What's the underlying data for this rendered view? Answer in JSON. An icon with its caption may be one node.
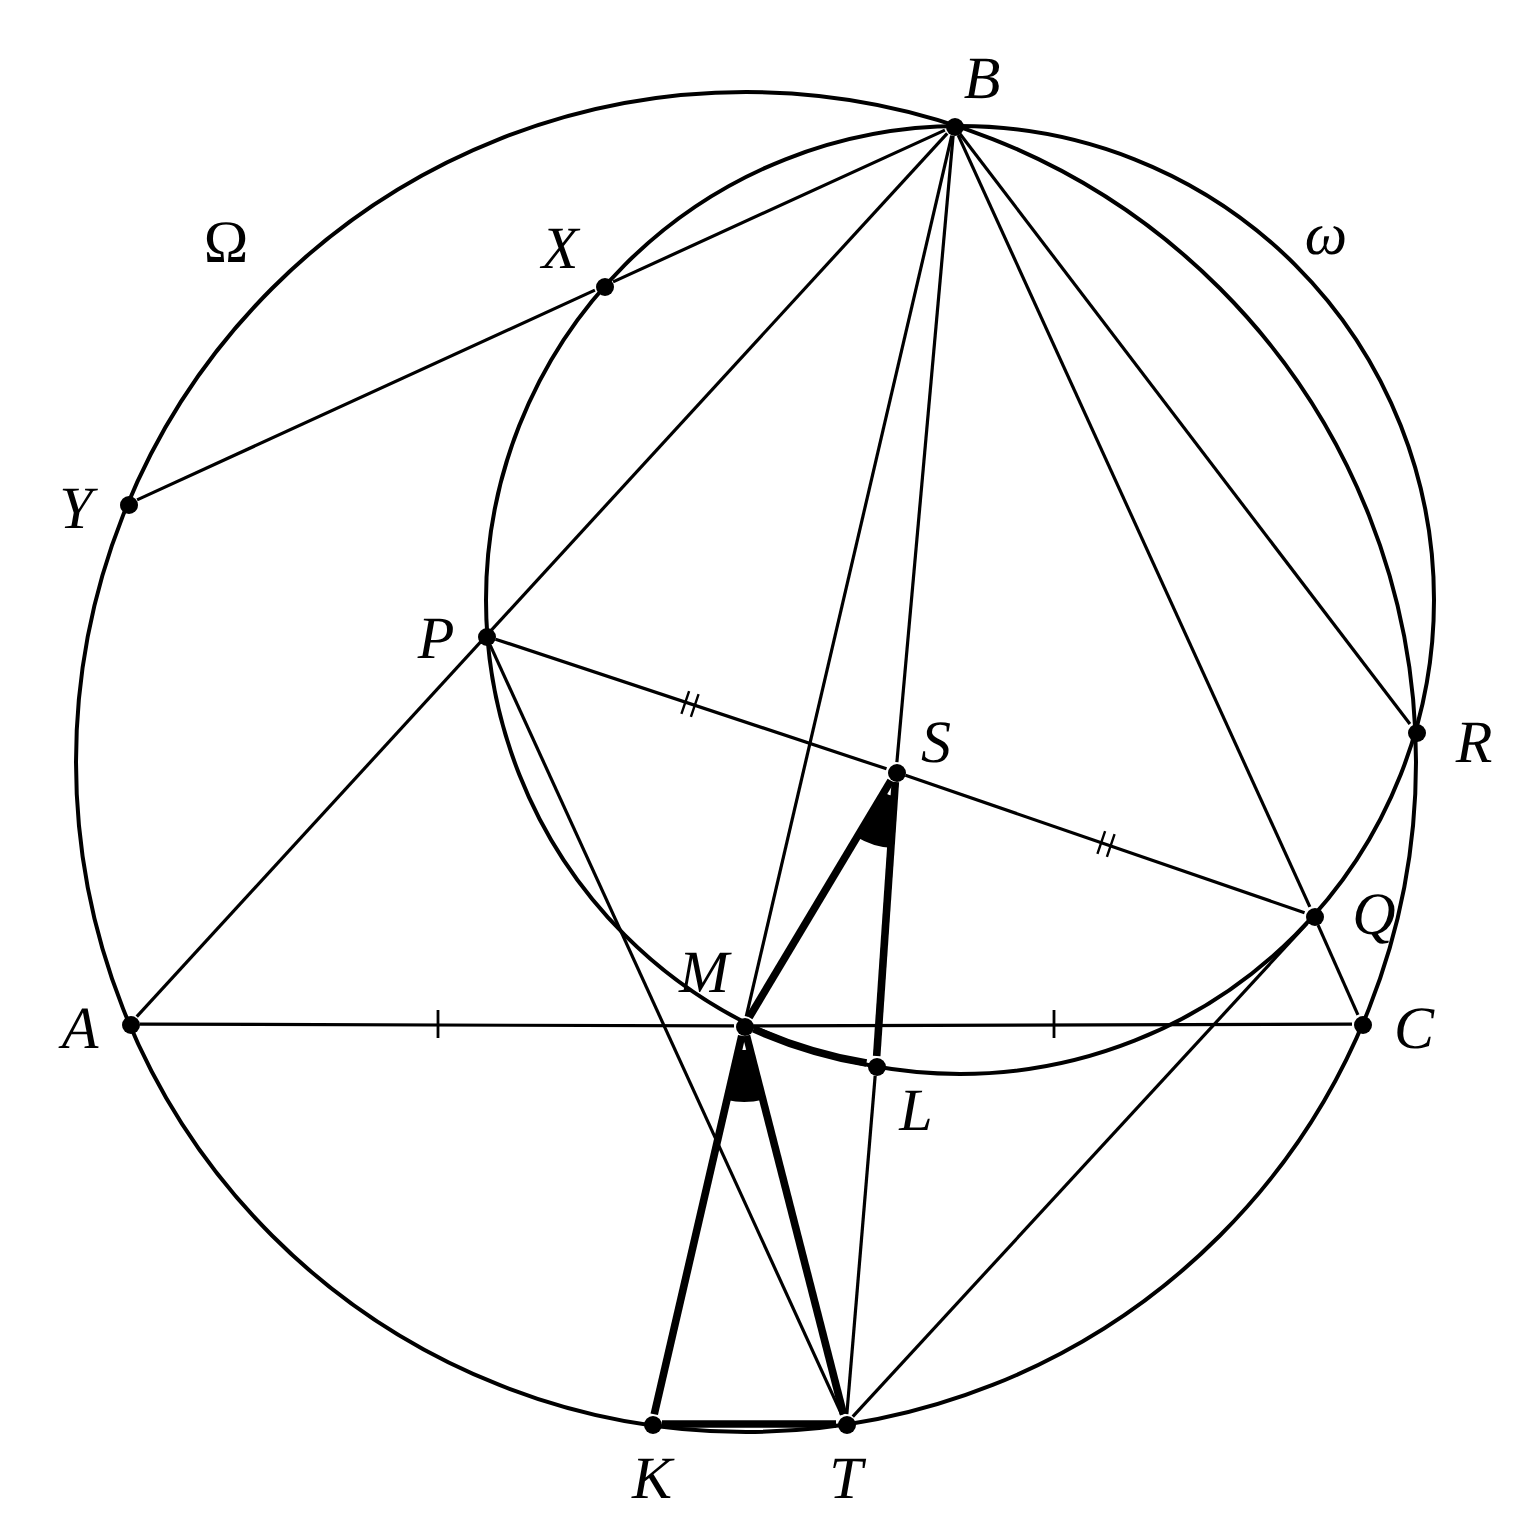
{
  "diagram": {
    "nodes": [
      {
        "text": [],
        "shape": "circle",
        "beside": [
          "B"
        ]
      },
      {
        "text": [],
        "shape": "circle",
        "beside": [
          "X"
        ]
      },
      {
        "text": [],
        "shape": "circle",
        "beside": [
          "Y"
        ]
      },
      {
        "text": [],
        "shape": "circle",
        "beside": [
          "P"
        ]
      },
      {
        "text": [],
        "shape": "circle",
        "beside": [
          "R"
        ]
      },
      {
        "text": [],
        "shape": "circle",
        "beside": [
          "S"
        ]
      },
      {
        "text": [],
        "shape": "circle",
        "beside": [
          "Q"
        ]
      },
      {
        "text": [],
        "shape": "circle",
        "beside": [
          "A"
        ]
      },
      {
        "text": [],
        "shape": "circle",
        "beside": [
          "M"
        ]
      },
      {
        "text": [],
        "shape": "circle",
        "beside": [
          "C"
        ]
      },
      {
        "text": [],
        "shape": "circle",
        "beside": [
          "L"
        ]
      },
      {
        "text": [],
        "shape": "circle",
        "beside": [
          "K"
        ]
      },
      {
        "text": [],
        "shape": "circle",
        "beside": [
          "T"
        ]
      }
    ],
    "edges": [
      {
        "from": 2,
        "to": 1,
        "arrow": "none"
      },
      {
        "from": 1,
        "to": 0,
        "arrow": "none"
      },
      {
        "from": 0,
        "to": 7,
        "arrow": "none"
      },
      {
        "from": 7,
        "to": 8,
        "arrow": "none"
      },
      {
        "from": 8,
        "to": 9,
        "arrow": "none"
      },
      {
        "from": 0,
        "to": 6,
        "arrow": "none"
      },
      {
        "from": 6,
        "to": 9,
        "arrow": "none"
      },
      {
        "from": 0,
        "to": 8,
        "arrow": "none"
      },
      {
        "from": 0,
        "to": 5,
        "arrow": "none"
      },
      {
        "from": 5,
        "to": 10,
        "arrow": "none",
        "style": "thick"
      },
      {
        "from": 10,
        "to": 12,
        "arrow": "none"
      },
      {
        "from": 0,
        "to": 4,
        "arrow": "none"
      },
      {
        "from": 3,
        "to": 5,
        "arrow": "none"
      },
      {
        "from": 5,
        "to": 6,
        "arrow": "none"
      },
      {
        "from": 3,
        "to": 12,
        "arrow": "none"
      },
      {
        "from": 12,
        "to": 6,
        "arrow": "none"
      },
      {
        "from": 8,
        "to": 5,
        "arrow": "none",
        "style": "thick"
      },
      {
        "from": 8,
        "to": 10,
        "arrow": "none",
        "style": "thick"
      },
      {
        "from": 8,
        "to": 11,
        "arrow": "none",
        "style": "thick"
      },
      {
        "from": 8,
        "to": 12,
        "arrow": "none",
        "style": "thick"
      },
      {
        "from": 11,
        "to": 12,
        "arrow": "none",
        "style": "thick"
      }
    ],
    "labels": [
      "Ω",
      "ω"
    ]
  }
}
